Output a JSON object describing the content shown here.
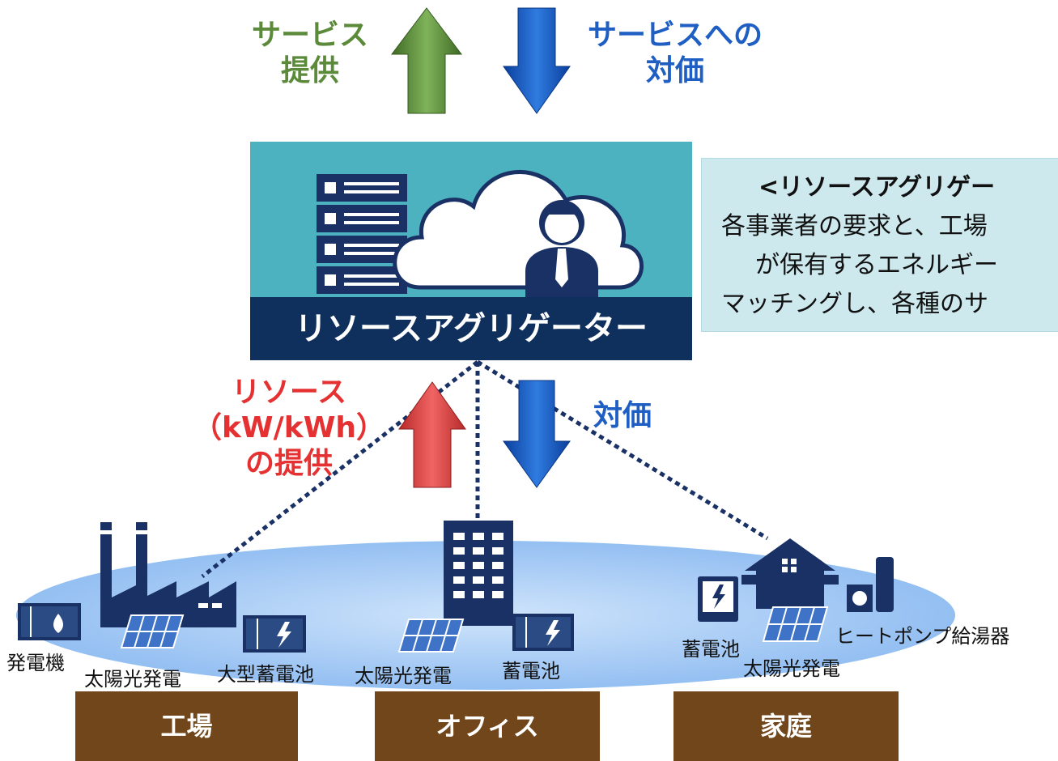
{
  "top": {
    "service_provide": [
      "サービス",
      "提供"
    ],
    "service_payment": [
      "サービスへの",
      "対価"
    ]
  },
  "aggregator": {
    "label": "リソースアグリゲーター"
  },
  "description": {
    "title": "<リソースアグリゲー",
    "lines": [
      "各事業者の要求と、工場",
      "が保有するエネルギー",
      "マッチングし、各種のサ"
    ]
  },
  "middle": {
    "resource": [
      "リソース",
      "（kW/kWh）",
      "の提供"
    ],
    "payment": "対価"
  },
  "sites": {
    "factory": {
      "name": "工場",
      "items": {
        "generator": "発電機",
        "solar": "太陽光発電",
        "battery": "大型蓄電池"
      }
    },
    "office": {
      "name": "オフィス",
      "items": {
        "solar": "太陽光発電",
        "battery": "蓄電池"
      }
    },
    "home": {
      "name": "家庭",
      "items": {
        "battery": "蓄電池",
        "solar": "太陽光発電",
        "heatpump": "ヒートポンプ給湯器"
      }
    }
  },
  "colors": {
    "green_arrow": "#5b8a3a",
    "blue_arrow": "#1f5fc4",
    "red_arrow": "#e04545",
    "aggregator_teal": "#4cb2bf",
    "aggregator_navy": "#0f2f5d",
    "site_brown": "#71461a",
    "ellipse_blue": "#a9cdf7"
  }
}
